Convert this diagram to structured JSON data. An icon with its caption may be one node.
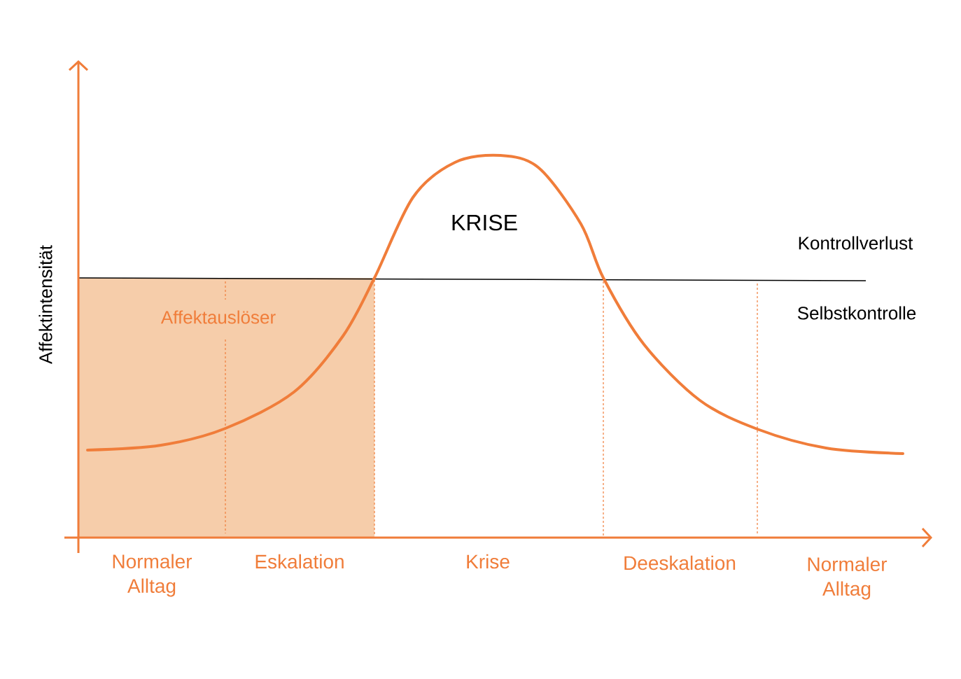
{
  "diagram": {
    "labels": [
      "KRISE",
      "Kontrollverlust",
      "Affektintensität",
      "Selbstkontrolle",
      "Affektauslöser",
      "Normaler Alltag",
      "Eskalation",
      "Krise",
      "Deeskalation",
      "Normaler Alltag"
    ]
  }
}
